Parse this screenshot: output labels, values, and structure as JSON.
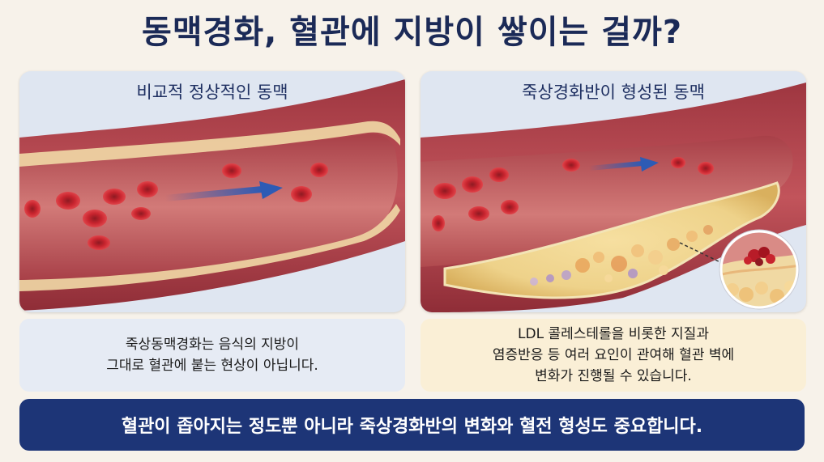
{
  "title": "동맥경화, 혈관에 지방이 쌓이는 걸까?",
  "left_panel": {
    "heading": "비교적 정상적인 동맥",
    "caption_line1": "죽상동맥경화는 음식의 지방이",
    "caption_line2": "그대로 혈관에 붙는 현상이 아닙니다."
  },
  "right_panel": {
    "heading": "죽상경화반이 형성된 동맥",
    "caption_line1": "LDL 콜레스테롤을 비롯한 지질과",
    "caption_line2": "염증반응 등 여러 요인이 관여해 혈관 벽에",
    "caption_line3": "변화가 진행될 수 있습니다."
  },
  "banner": "혈관이 좁아지는 정도뿐 아니라 죽상경화반의 변화와 혈전 형성도 중요합니다.",
  "colors": {
    "background": "#f7f2ea",
    "title": "#1b2a57",
    "banner": "#1d3577",
    "artery": "#b8474f",
    "blood_cell": "#c8242e",
    "plaque": "#eed28a",
    "flow_arrow": "#2d5bb5"
  }
}
